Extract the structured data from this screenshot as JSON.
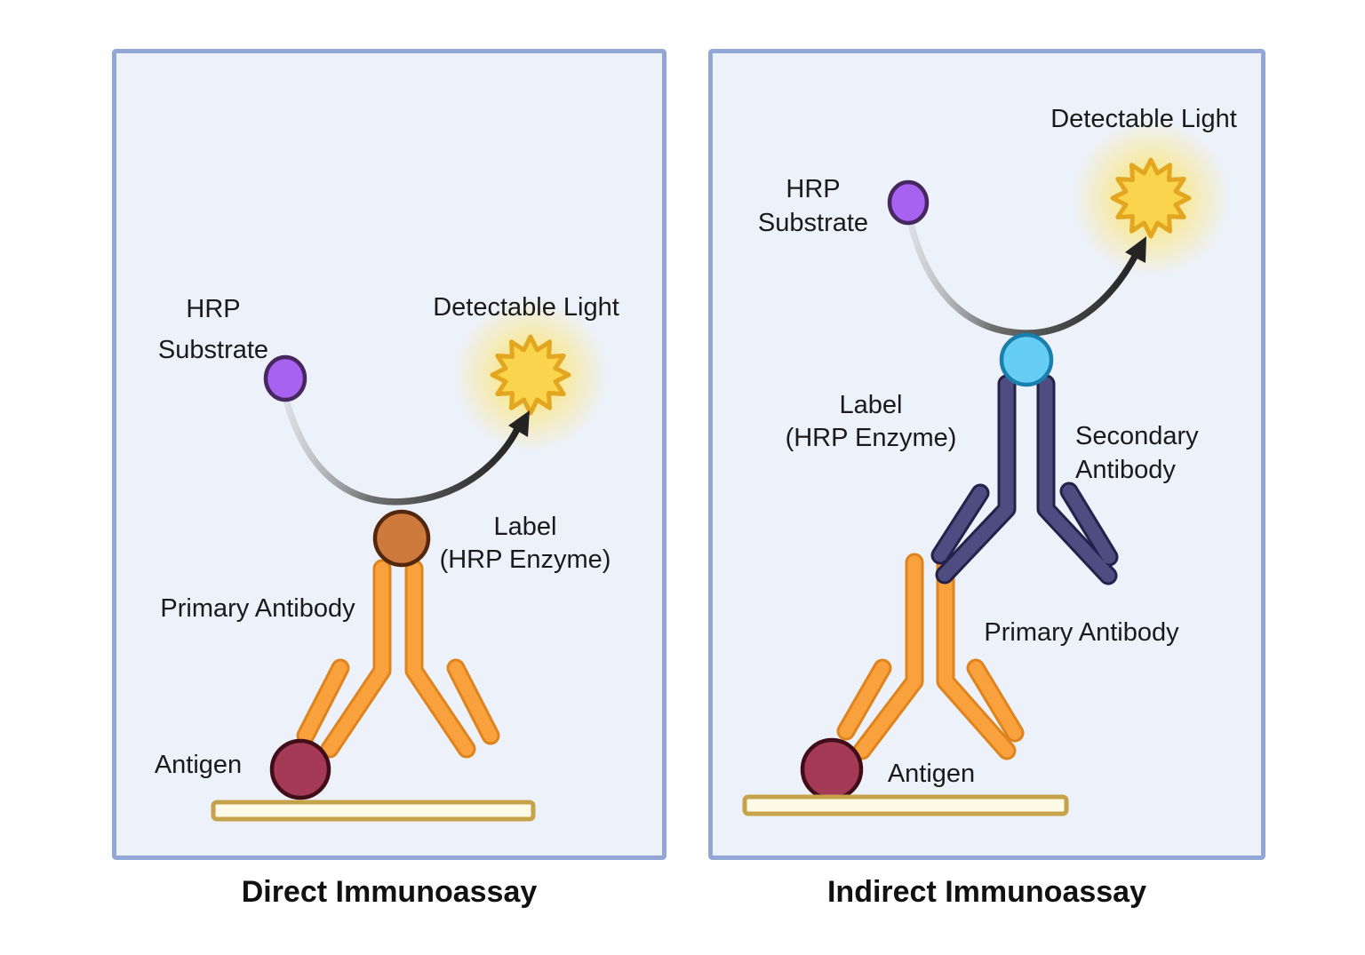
{
  "left_panel": {
    "title": "Direct Immunoassay",
    "labels": {
      "hrp_substrate_line1": "HRP",
      "hrp_substrate_line2": "Substrate",
      "detectable_light": "Detectable Light",
      "label_line1": "Label",
      "label_line2": "(HRP Enzyme)",
      "primary_antibody": "Primary Antibody",
      "antigen": "Antigen"
    }
  },
  "right_panel": {
    "title": "Indirect Immunoassay",
    "labels": {
      "hrp_substrate_line1": "HRP",
      "hrp_substrate_line2": "Substrate",
      "detectable_light": "Detectable Light",
      "label_line1": "Label",
      "label_line2": "(HRP Enzyme)",
      "secondary_antibody_line1": "Secondary",
      "secondary_antibody_line2": "Antibody",
      "primary_antibody": "Primary Antibody",
      "antigen": "Antigen"
    }
  },
  "colors": {
    "panel_background": "#edf1f9",
    "panel_border": "#92a7d6",
    "antibody_orange": "#f9a13c",
    "antibody_navy": "#4e4c80",
    "hrp_enzyme_label_orange": "#cf7a3d",
    "hrp_enzyme_label_cyan": "#66cef5",
    "substrate_purple": "#a862f0",
    "antigen_maroon": "#a43a55",
    "detectable_light_yellow": "#fbd44d",
    "surface_tan": "#c6a34b",
    "text": "#1a1a1a"
  }
}
